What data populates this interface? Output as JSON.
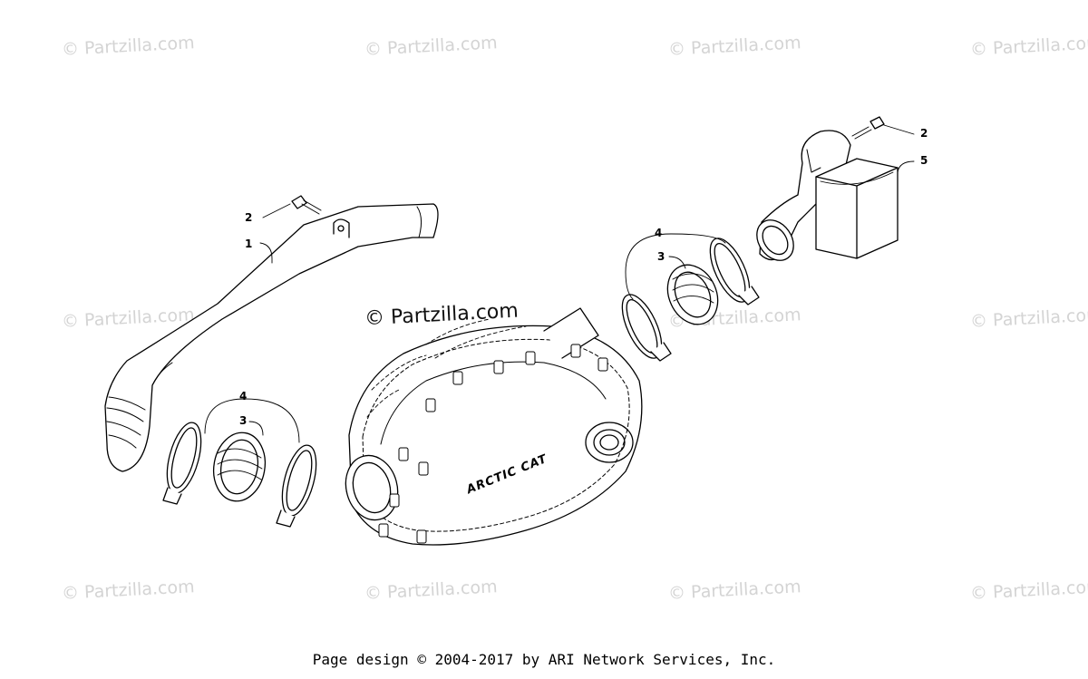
{
  "watermark": {
    "text": "© Partzilla.com",
    "main_text": "© Partzilla.com"
  },
  "callouts": {
    "left_bolt": "2",
    "left_duct": "1",
    "left_clamp": "4",
    "left_boot": "3",
    "right_bolt": "2",
    "right_box": "5",
    "right_clamp": "4",
    "right_boot": "3"
  },
  "cover_logo": "ARCTIC CAT",
  "footer": {
    "text": "Page design © 2004-2017 by ARI Network Services, Inc."
  }
}
